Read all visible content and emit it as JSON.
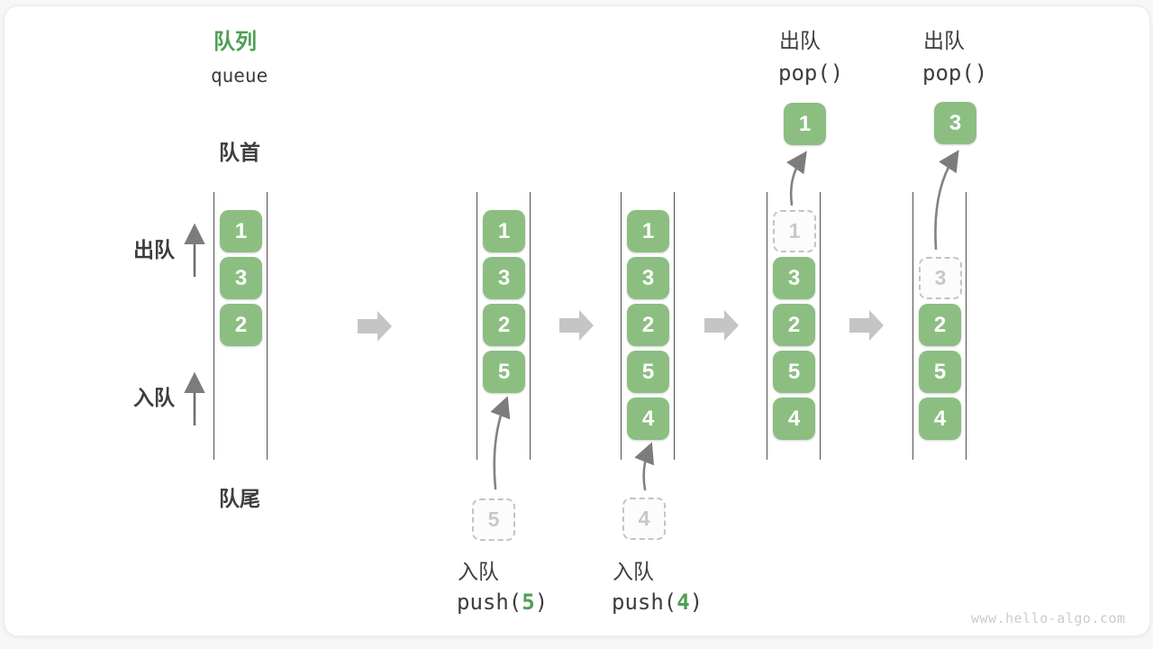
{
  "header": {
    "title_zh": "队列",
    "title_en": "queue"
  },
  "side_labels": {
    "front": "队首",
    "rear": "队尾",
    "dequeue": "出队",
    "enqueue": "入队"
  },
  "watermark": "www.hello-algo.com",
  "colors": {
    "block_green": "#8cbe82",
    "title_green": "#4f9f52",
    "text_dark": "#3d3d3d",
    "ghost_gray": "#c4c4c4",
    "transition_arrow_gray": "#c5c5c5"
  },
  "icons": {
    "transition_arrow": "right-block-arrow",
    "direction_arrow": "up-arrow",
    "flow_arrow": "curved-arrow"
  },
  "columns": [
    {
      "name": "state-1",
      "blocks": [
        "1",
        "3",
        "2"
      ]
    },
    {
      "name": "state-2",
      "blocks": [
        "1",
        "3",
        "2",
        "5"
      ],
      "incoming": "5",
      "op": {
        "label": "入队",
        "code_pre": "push(",
        "arg": "5",
        "code_post": ")"
      }
    },
    {
      "name": "state-3",
      "blocks": [
        "1",
        "3",
        "2",
        "5",
        "4"
      ],
      "incoming": "4",
      "op": {
        "label": "入队",
        "code_pre": "push(",
        "arg": "4",
        "code_post": ")"
      }
    },
    {
      "name": "state-4",
      "ghost": "1",
      "blocks": [
        "3",
        "2",
        "5",
        "4"
      ],
      "popped": "1",
      "op": {
        "label": "出队",
        "code": "pop()"
      }
    },
    {
      "name": "state-5",
      "ghost": "3",
      "blocks": [
        "2",
        "5",
        "4"
      ],
      "popped": "3",
      "op": {
        "label": "出队",
        "code": "pop()"
      }
    }
  ]
}
